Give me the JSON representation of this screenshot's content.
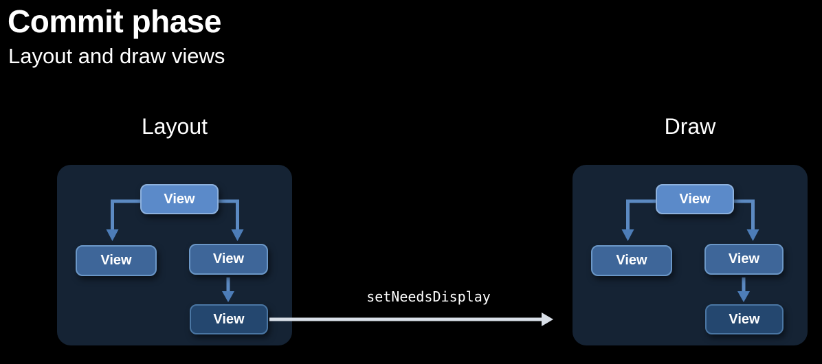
{
  "header": {
    "title": "Commit phase",
    "subtitle": "Layout and draw views"
  },
  "panels": [
    {
      "title": "Layout",
      "nodes": {
        "root": "View",
        "child_left": "View",
        "child_right": "View",
        "grandchild": "View"
      }
    },
    {
      "title": "Draw",
      "nodes": {
        "root": "View",
        "child_left": "View",
        "child_right": "View",
        "grandchild": "View"
      }
    }
  ],
  "transition": {
    "label": "setNeedsDisplay"
  },
  "colors": {
    "background": "#000000",
    "panel_bg": "#152334",
    "root_box_fill": "#5b8ac9",
    "root_box_border": "#8db1dd",
    "child_box_fill": "#3e6699",
    "child_box_border": "#6b97c7",
    "grandchild_box_fill": "#24476f",
    "grandchild_box_border": "#4a76a3",
    "tree_arrow": "#5c8ac2",
    "transition_arrow": "#d9dfe8",
    "text": "#ffffff"
  }
}
